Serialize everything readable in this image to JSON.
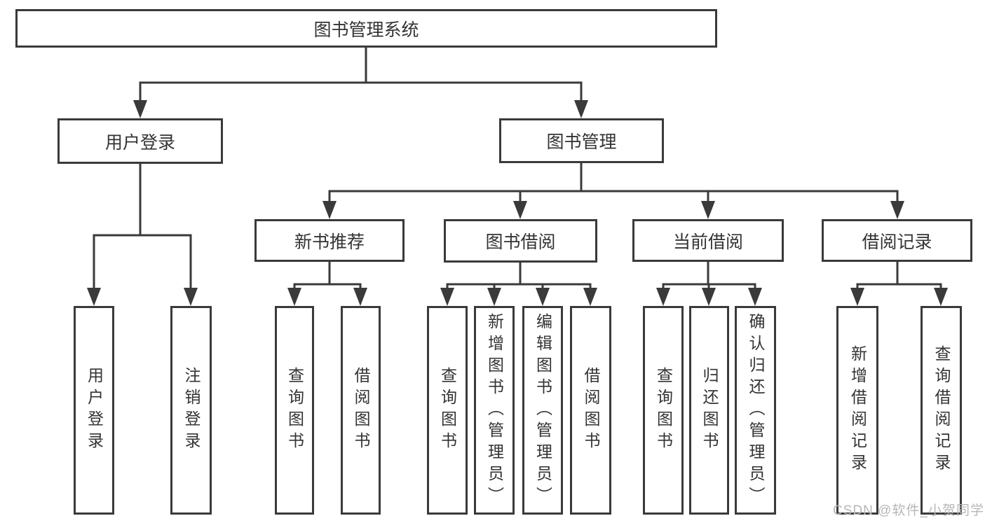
{
  "watermark": "CSDN @软件_小贺同学",
  "colors": {
    "line": "#3a3a3a",
    "box_border": "#3a3a3a",
    "text": "#333333",
    "watermark_text": "#b6b6b6"
  },
  "hierarchy": {
    "label": "图书管理系统",
    "children": [
      {
        "label": "用户登录",
        "children": [
          {
            "label": "用户登录"
          },
          {
            "label": "注销登录"
          }
        ]
      },
      {
        "label": "图书管理",
        "children": [
          {
            "label": "新书推荐",
            "children": [
              {
                "label": "查询图书"
              },
              {
                "label": "借阅图书"
              }
            ]
          },
          {
            "label": "图书借阅",
            "children": [
              {
                "label": "查询图书"
              },
              {
                "label": "新增图书（管理员）"
              },
              {
                "label": "编辑图书（管理员）"
              },
              {
                "label": "借阅图书"
              }
            ]
          },
          {
            "label": "当前借阅",
            "children": [
              {
                "label": "查询图书"
              },
              {
                "label": "归还图书"
              },
              {
                "label": "确认归还（管理员）"
              }
            ]
          },
          {
            "label": "借阅记录",
            "children": [
              {
                "label": "新增借阅记录"
              },
              {
                "label": "查询借阅记录"
              }
            ]
          }
        ]
      }
    ]
  }
}
